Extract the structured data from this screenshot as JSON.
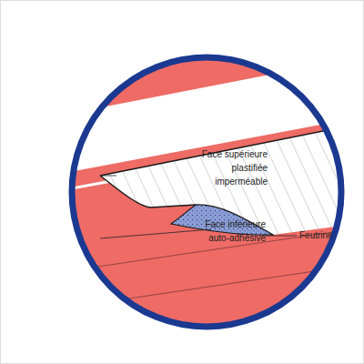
{
  "diagram": {
    "labels": [
      "Face supérieure plastifiée imperméable",
      "Face inférieure auto-adhésive",
      "Feutrine"
    ]
  }
}
